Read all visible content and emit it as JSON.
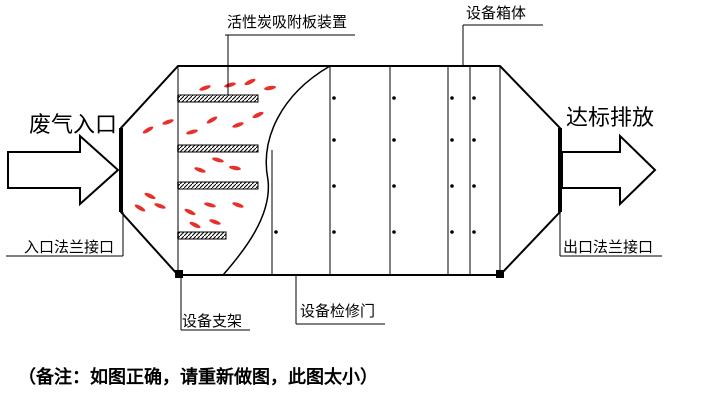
{
  "labels": {
    "carbon_plate": "活性炭吸附板装置",
    "housing": "设备箱体",
    "inlet": "废气入口",
    "outlet": "达标排放",
    "inlet_flange": "入口法兰接口",
    "outlet_flange": "出口法兰接口",
    "support": "设备支架",
    "door": "设备检修门"
  },
  "note": "（备注：如图正确，请重新做图，此图太小）",
  "colors": {
    "flow": "#e8302a",
    "line": "#000000"
  },
  "icons": {
    "inlet": "arrow-right-icon",
    "outlet": "arrow-right-icon"
  }
}
